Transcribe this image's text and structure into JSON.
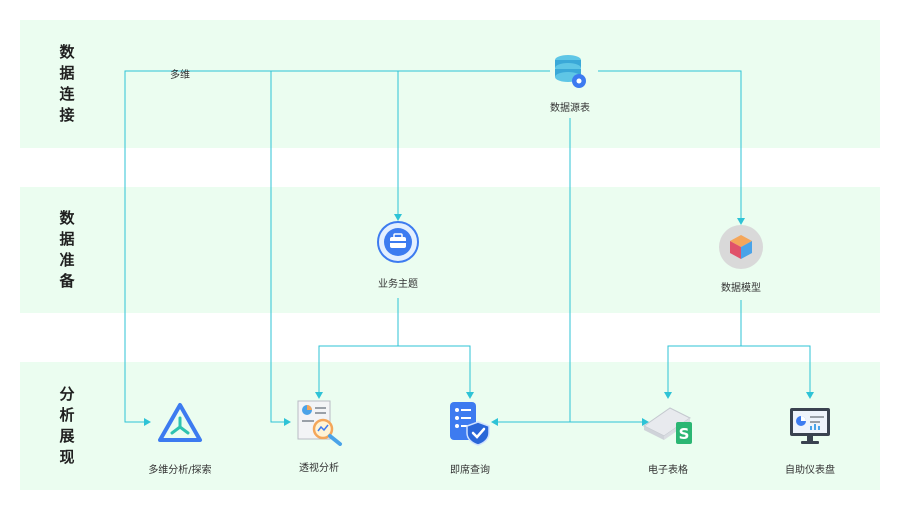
{
  "bands": [
    {
      "id": "connect",
      "label_chars": [
        "数",
        "据",
        "连",
        "接"
      ]
    },
    {
      "id": "prepare",
      "label_chars": [
        "数",
        "据",
        "准",
        "备"
      ]
    },
    {
      "id": "analyze",
      "label_chars": [
        "分",
        "析",
        "展",
        "现"
      ]
    }
  ],
  "nodes": {
    "datasource": {
      "label": "数据源表",
      "icon": "database-gear-icon"
    },
    "business_topic": {
      "label": "业务主题",
      "icon": "briefcase-icon"
    },
    "data_model": {
      "label": "数据模型",
      "icon": "cube-icon"
    },
    "multidim": {
      "label": "多维分析/探索",
      "icon": "triangle-tri-icon"
    },
    "pivot": {
      "label": "透视分析",
      "icon": "chart-magnifier-icon"
    },
    "adhoc": {
      "label": "即席查询",
      "icon": "list-shield-icon"
    },
    "spreadsheet": {
      "label": "电子表格",
      "icon": "spreadsheet-s-icon"
    },
    "dashboard": {
      "label": "自助仪表盘",
      "icon": "monitor-dashboard-icon"
    }
  },
  "edge_label": "多维",
  "colors": {
    "band": "#ebfdf0",
    "line": "#2ec3d6",
    "accent_blue": "#3d7bf0"
  }
}
